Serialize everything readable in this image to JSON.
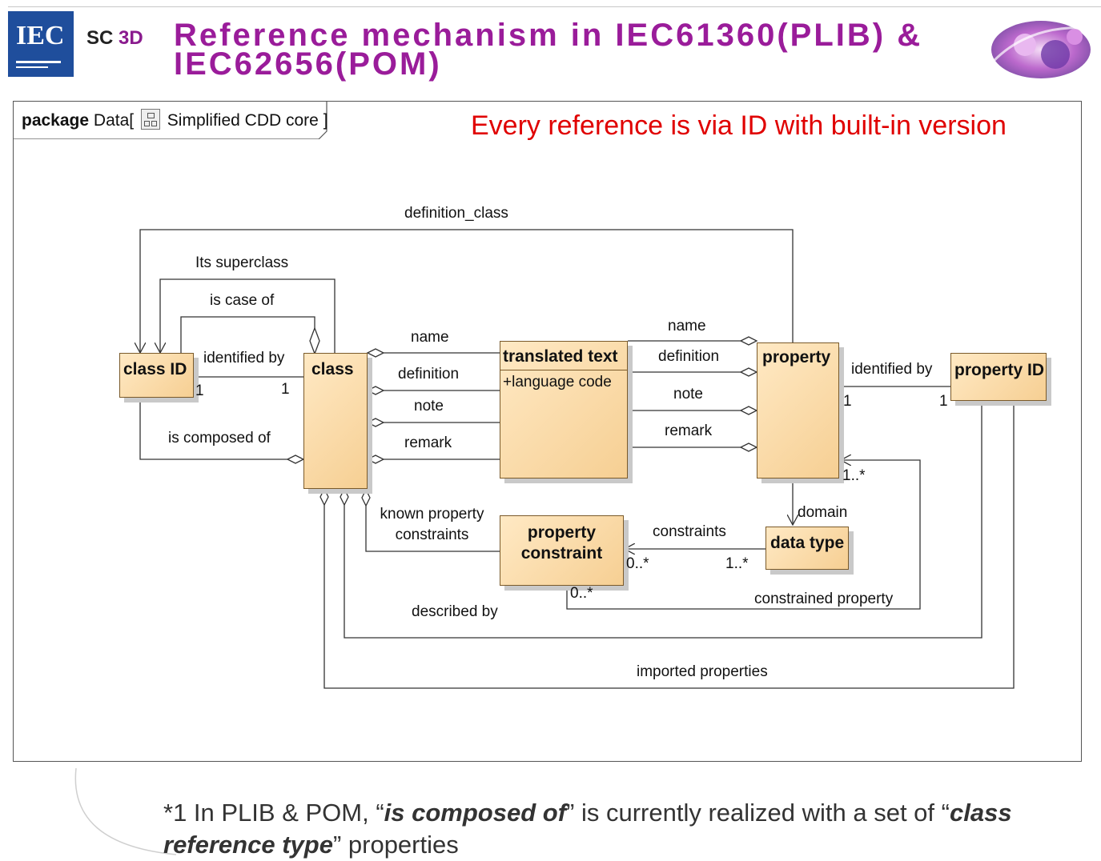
{
  "header": {
    "logo": "IEC",
    "committee_prefix": "SC",
    "committee_number": "3D",
    "title": "Reference mechanism in IEC61360(PLIB) & IEC62656(POM)"
  },
  "package": {
    "keyword": "package",
    "name": "Data",
    "open_bracket": "[",
    "diagram_name": "Simplified CDD core",
    "close_bracket": "]"
  },
  "headline": "Every reference is via ID with built-in version",
  "classes": {
    "class_id": "class ID",
    "class": "class",
    "translated_text": "translated text",
    "translated_text_attr": "+language code",
    "property": "property",
    "property_id": "property ID",
    "property_constraint": "property constraint",
    "data_type": "data type"
  },
  "associations": {
    "definition_class": "definition_class",
    "its_superclass": "Its superclass",
    "is_case_of": "is case of",
    "identified_by_class": "identified by",
    "class_id_mult": "1",
    "class_mult": "1",
    "is_composed_of": "is composed of",
    "name_left": "name",
    "definition_left": "definition",
    "note_left": "note",
    "remark_left": "remark",
    "name_right": "name",
    "definition_right": "definition",
    "note_right": "note",
    "remark_right": "remark",
    "identified_by_property": "identified by",
    "property_mult": "1",
    "property_id_mult": "1",
    "constrained_mult": "1..*",
    "domain": "domain",
    "constraints": "constraints",
    "constraints_mult_left": "0..*",
    "constraints_mult_right": "1..*",
    "known_property_constraints": "known property constraints",
    "described_by_mult": "0..*",
    "constrained_property": "constrained property",
    "described_by": "described by",
    "imported_properties": "imported properties"
  },
  "footnote": {
    "prefix": "*1 In PLIB & POM, “",
    "emph1": "is composed of",
    "middle": "” is currently realized with a set of “",
    "emph2": "class reference type",
    "suffix": "”  properties"
  }
}
